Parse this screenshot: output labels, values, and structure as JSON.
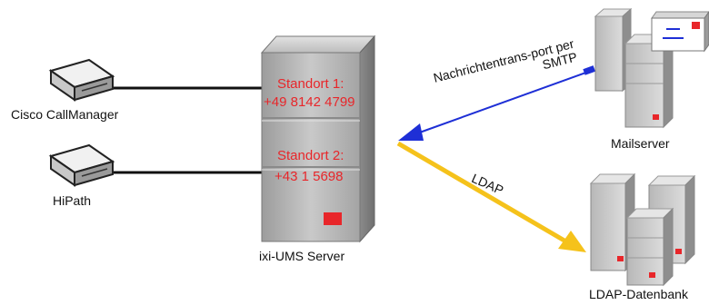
{
  "devices": {
    "cisco_label": "Cisco CallManager",
    "hipath_label": "HiPath"
  },
  "server": {
    "label": "ixi-UMS Server",
    "site1_title": "Standort 1:",
    "site1_number": "+49 8142 4799",
    "site2_title": "Standort 2:",
    "site2_number": "+43 1 5698"
  },
  "mail": {
    "label": "Mailserver",
    "transport_line1": "Nachrichtentrans-port per",
    "transport_line2": "SMTP"
  },
  "ldap": {
    "label": "LDAP-Datenbank",
    "link_label": "LDAP"
  },
  "colors": {
    "ldap_arrow": "#f5c21b",
    "smtp_arrow": "#1e2fd6",
    "site_text": "#e8262a",
    "status_light": "#e8262a"
  }
}
